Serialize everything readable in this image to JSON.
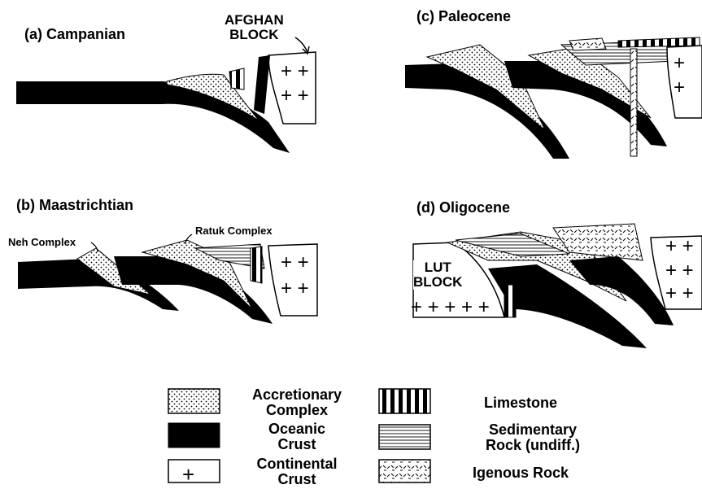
{
  "panels": {
    "a": {
      "title": "(a) Campanian",
      "block_label": [
        "AFGHAN",
        "BLOCK"
      ]
    },
    "b": {
      "title": "(b) Maastrichtian",
      "neh": "Neh Complex",
      "ratuk": "Ratuk Complex"
    },
    "c": {
      "title": "(c) Paleocene"
    },
    "d": {
      "title": "(d) Oligocene",
      "block_label": [
        "LUT",
        "BLOCK"
      ]
    }
  },
  "legend": [
    {
      "key": "accretionary",
      "label": [
        "Accretionary",
        "Complex"
      ]
    },
    {
      "key": "oceanic",
      "label": [
        "Oceanic",
        "Crust"
      ]
    },
    {
      "key": "continental",
      "label": [
        "Continental",
        "Crust"
      ]
    },
    {
      "key": "limestone",
      "label": [
        "Limestone"
      ]
    },
    {
      "key": "sedimentary",
      "label": [
        "Sedimentary",
        "Rock (undiff.)"
      ]
    },
    {
      "key": "igneous",
      "label": [
        "Igenous Rock"
      ]
    }
  ]
}
